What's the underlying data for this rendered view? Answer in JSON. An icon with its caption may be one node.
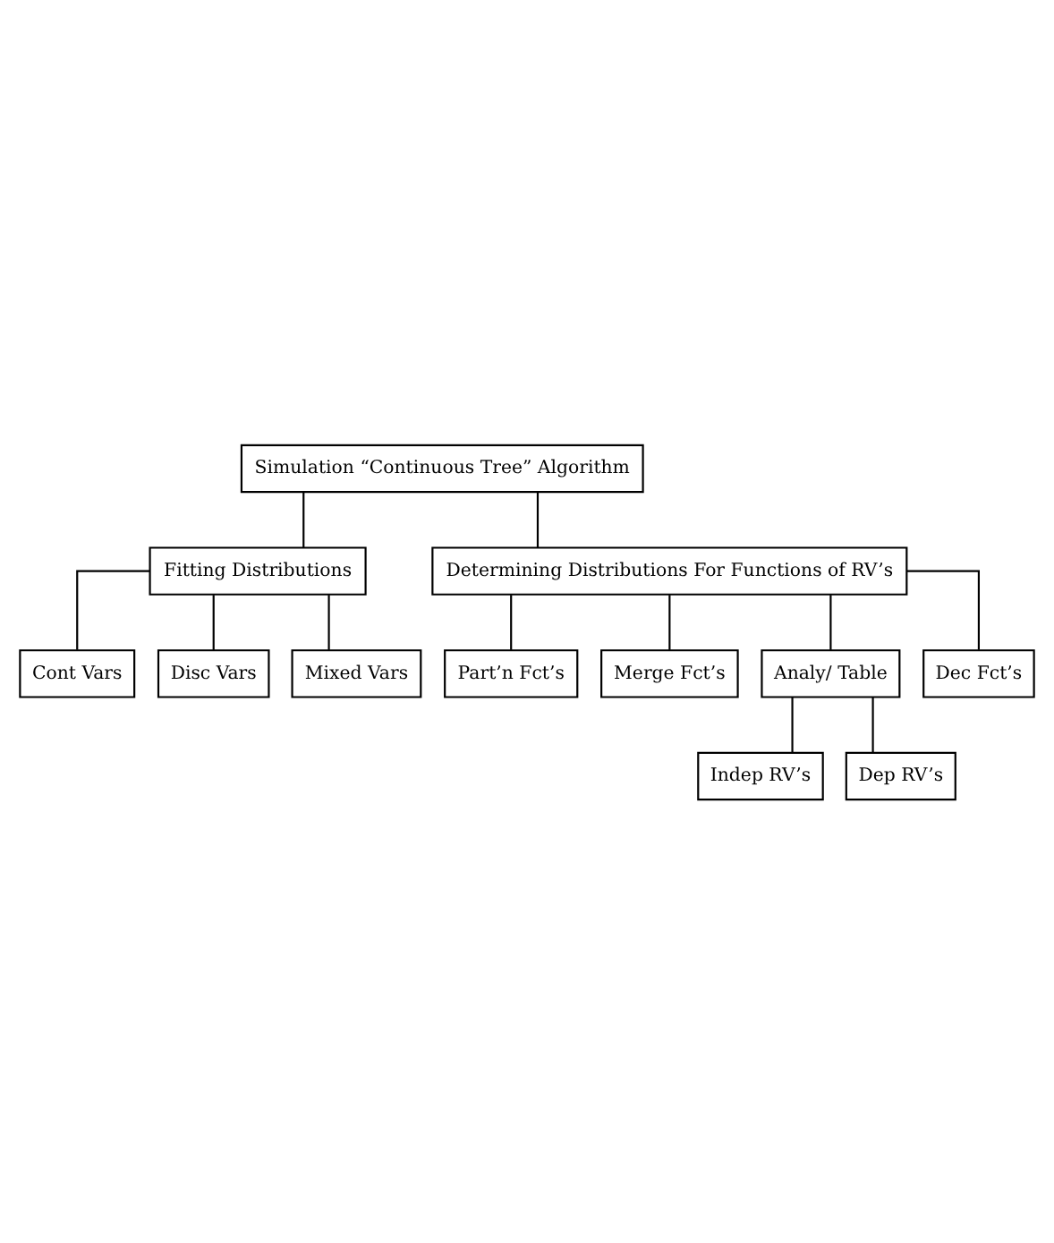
{
  "diagram": {
    "nodes": [
      {
        "text": [
          "Simulation “Continuous Tree” Algorithm"
        ]
      },
      {
        "text": [
          "Fitting Distributions"
        ]
      },
      {
        "text": [
          "Determining Distributions For Functions of RV’s"
        ]
      },
      {
        "text": [
          "Cont Vars"
        ]
      },
      {
        "text": [
          "Disc Vars"
        ]
      },
      {
        "text": [
          "Mixed Vars"
        ]
      },
      {
        "text": [
          "Part’n Fct’s"
        ]
      },
      {
        "text": [
          "Merge Fct’s"
        ]
      },
      {
        "text": [
          "Analy/ Table"
        ]
      },
      {
        "text": [
          "Dec Fct’s"
        ]
      },
      {
        "text": [
          "Indep RV’s"
        ]
      },
      {
        "text": [
          "Dep RV’s"
        ]
      }
    ],
    "edges": [
      {
        "from": 0,
        "to": 1,
        "arrow": "none"
      },
      {
        "from": 0,
        "to": 2,
        "arrow": "none"
      },
      {
        "from": 1,
        "to": 3,
        "arrow": "none"
      },
      {
        "from": 1,
        "to": 4,
        "arrow": "none"
      },
      {
        "from": 1,
        "to": 5,
        "arrow": "none"
      },
      {
        "from": 2,
        "to": 6,
        "arrow": "none"
      },
      {
        "from": 2,
        "to": 7,
        "arrow": "none"
      },
      {
        "from": 2,
        "to": 8,
        "arrow": "none"
      },
      {
        "from": 2,
        "to": 9,
        "arrow": "none"
      },
      {
        "from": 8,
        "to": 10,
        "arrow": "none"
      },
      {
        "from": 8,
        "to": 11,
        "arrow": "none"
      }
    ]
  }
}
